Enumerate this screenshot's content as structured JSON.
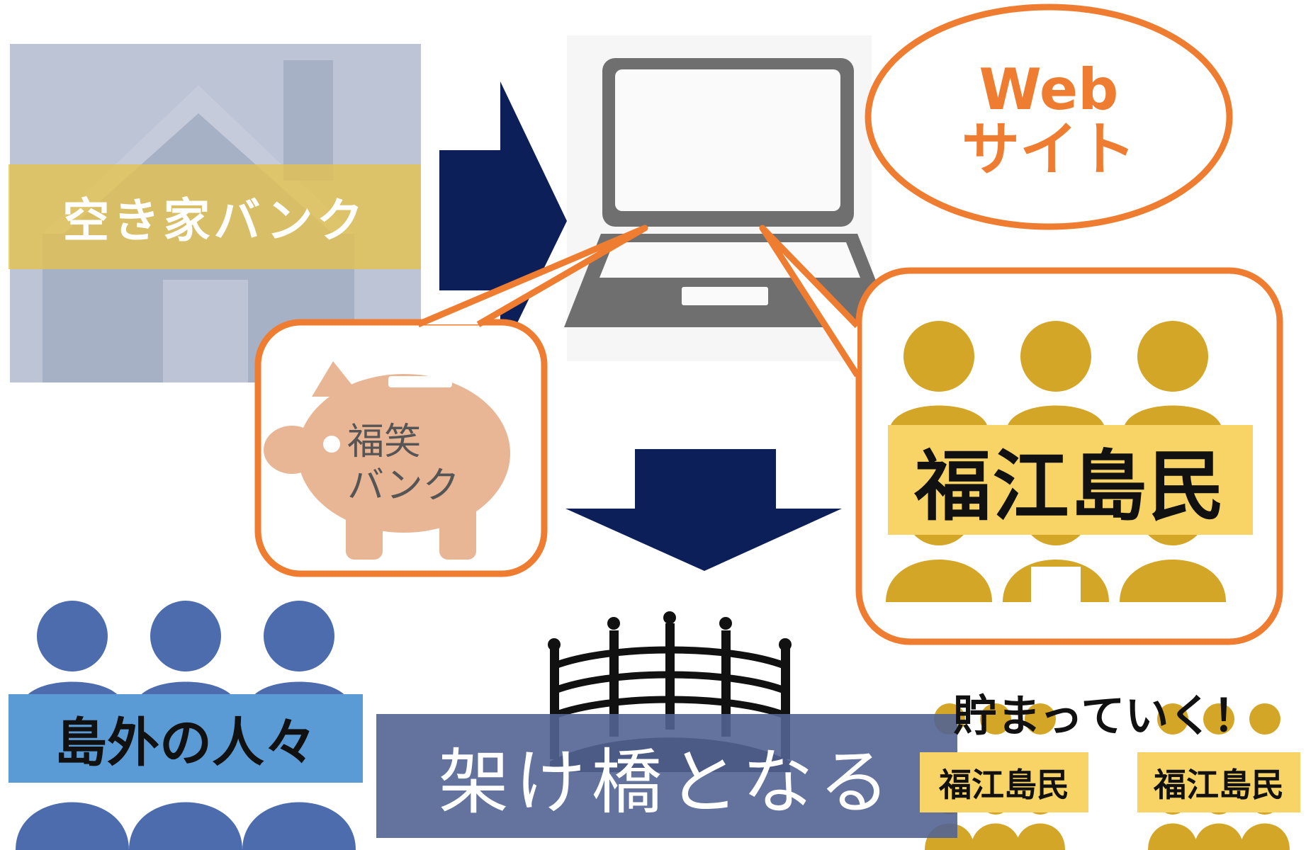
{
  "texts": {
    "akiya_bank": "空き家バンク",
    "web_site_line1": "Web",
    "web_site_line2": "サイト",
    "fukuwarai_bank_line1": "福笑",
    "fukuwarai_bank_line2": "バンク",
    "fukue_islanders": "福江島民",
    "outside_people": "島外の人々",
    "become_bridge": "架け橋となる",
    "accumulate": "貯まっていく！",
    "fukue_small_1": "福江島民",
    "fukue_small_2": "福江島民"
  },
  "icons": [
    "house-icon",
    "laptop-icon",
    "piggy-bank-icon",
    "people-group-icon",
    "bridge-icon",
    "arrow-right-icon",
    "arrow-down-icon"
  ],
  "colors": {
    "navy": "#0d1f58",
    "orange": "#ee7d31",
    "gold": "#d4a627",
    "gold_label": "#f8d466",
    "blue_people": "#4c6cad",
    "blue_label": "#5b9bd5",
    "slate_label": "#6576a3",
    "house_gray": "#a7b1c6",
    "piggy": "#e8b595",
    "laptop_gray": "#6f6f6f"
  }
}
